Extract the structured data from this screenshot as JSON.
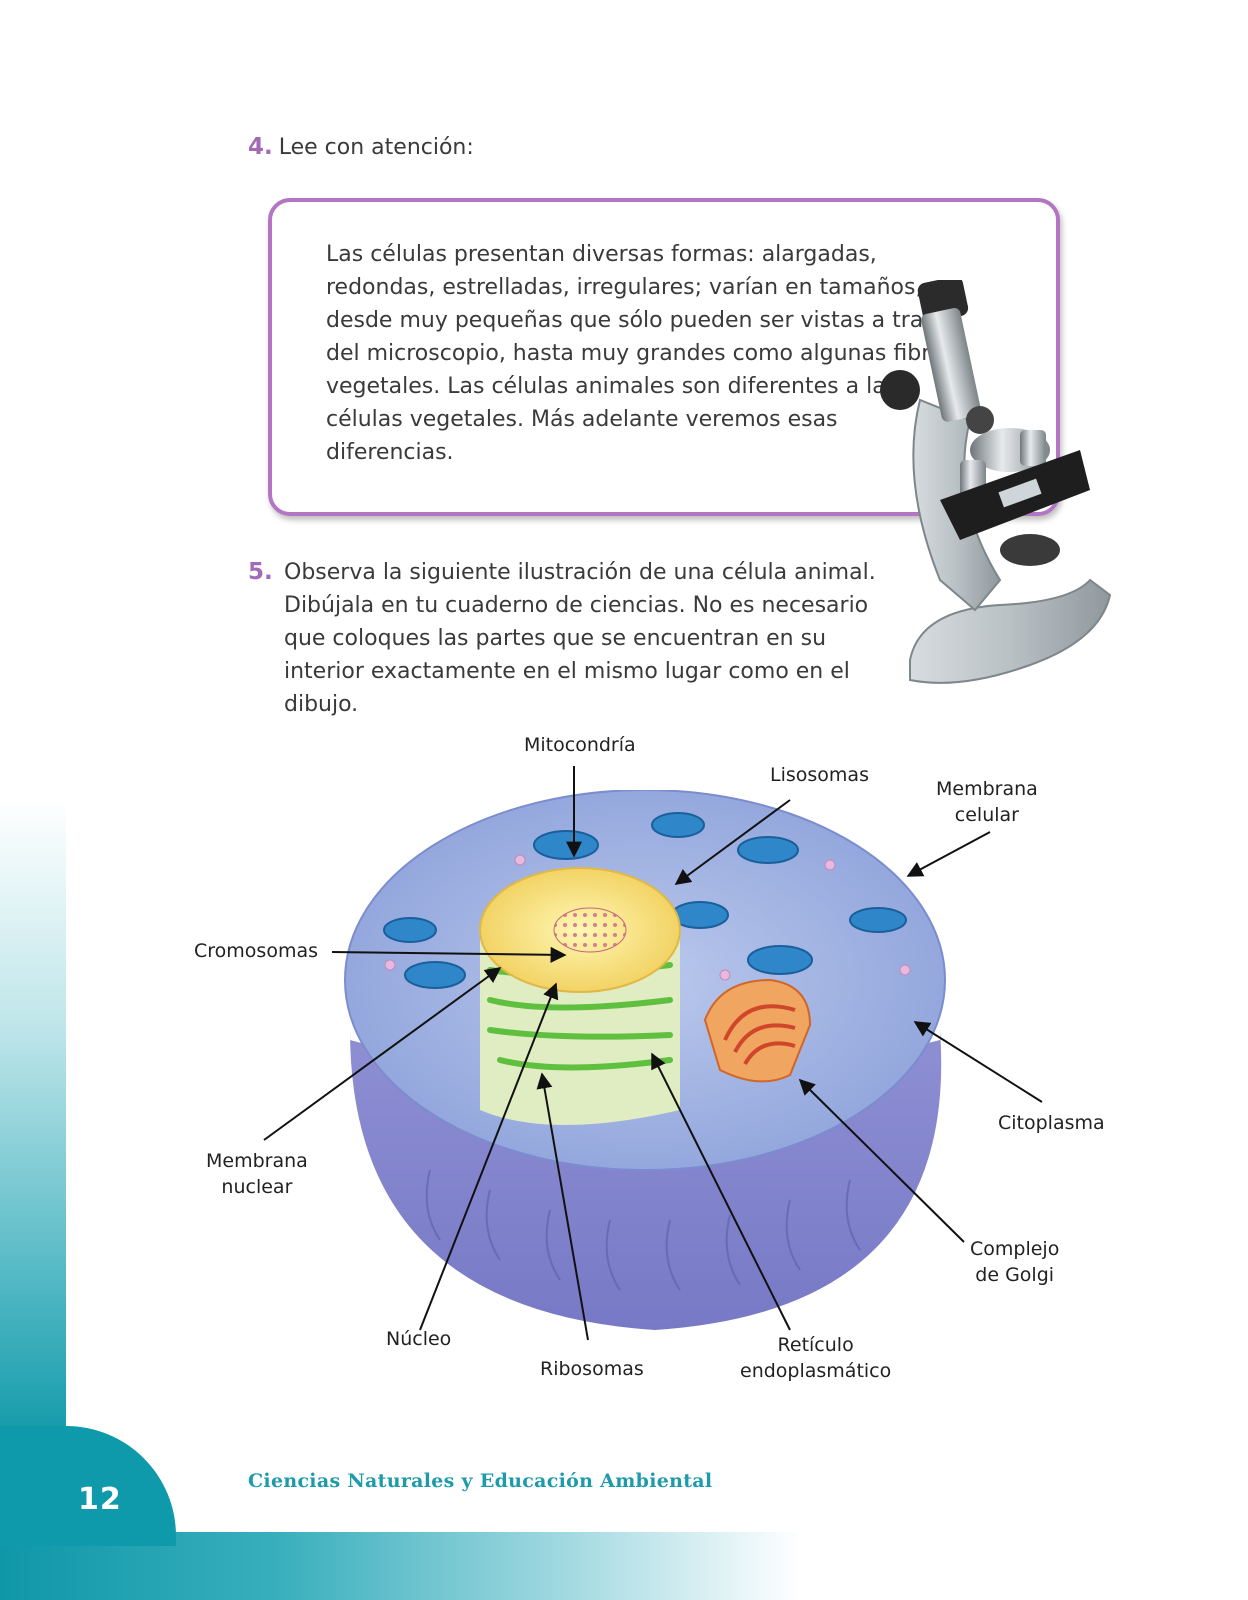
{
  "question4": {
    "number": "4.",
    "prompt": "Lee con atención:",
    "reading": "Las células presentan diversas formas: alargadas, redondas, estrelladas, irregulares; varían en tamaños, desde muy pequeñas que sólo pueden ser vistas a través del microscopio, hasta muy grandes como algunas fibras vegetales. Las células animales son diferentes a las células vegetales. Más adelante veremos esas diferencias."
  },
  "question5": {
    "number": "5.",
    "text": "Observa la siguiente ilustración de una célula animal. Dibújala en tu cuaderno de ciencias. No es necesario que coloques las partes que se encuentran en su interior exactamente en el mismo lugar como en el dibujo."
  },
  "diagram": {
    "labels": {
      "mitocondria": "Mitocondría",
      "lisosomas": "Lisosomas",
      "membrana_celular": [
        "Membrana",
        "celular"
      ],
      "cromosomas": "Cromosomas",
      "citoplasma": "Citoplasma",
      "membrana_nuclear": [
        "Membrana",
        "nuclear"
      ],
      "complejo_golgi": [
        "Complejo",
        "de Golgi"
      ],
      "nucleo": "Núcleo",
      "ribosomas": "Ribosomas",
      "reticulo": [
        "Retículo",
        "endoplasmático"
      ]
    }
  },
  "footer": {
    "page_number": "12",
    "book_title": "Ciencias Naturales y Educación Ambiental"
  },
  "colors": {
    "accent_purple": "#b276c2",
    "footer_teal": "#0f9aab"
  }
}
